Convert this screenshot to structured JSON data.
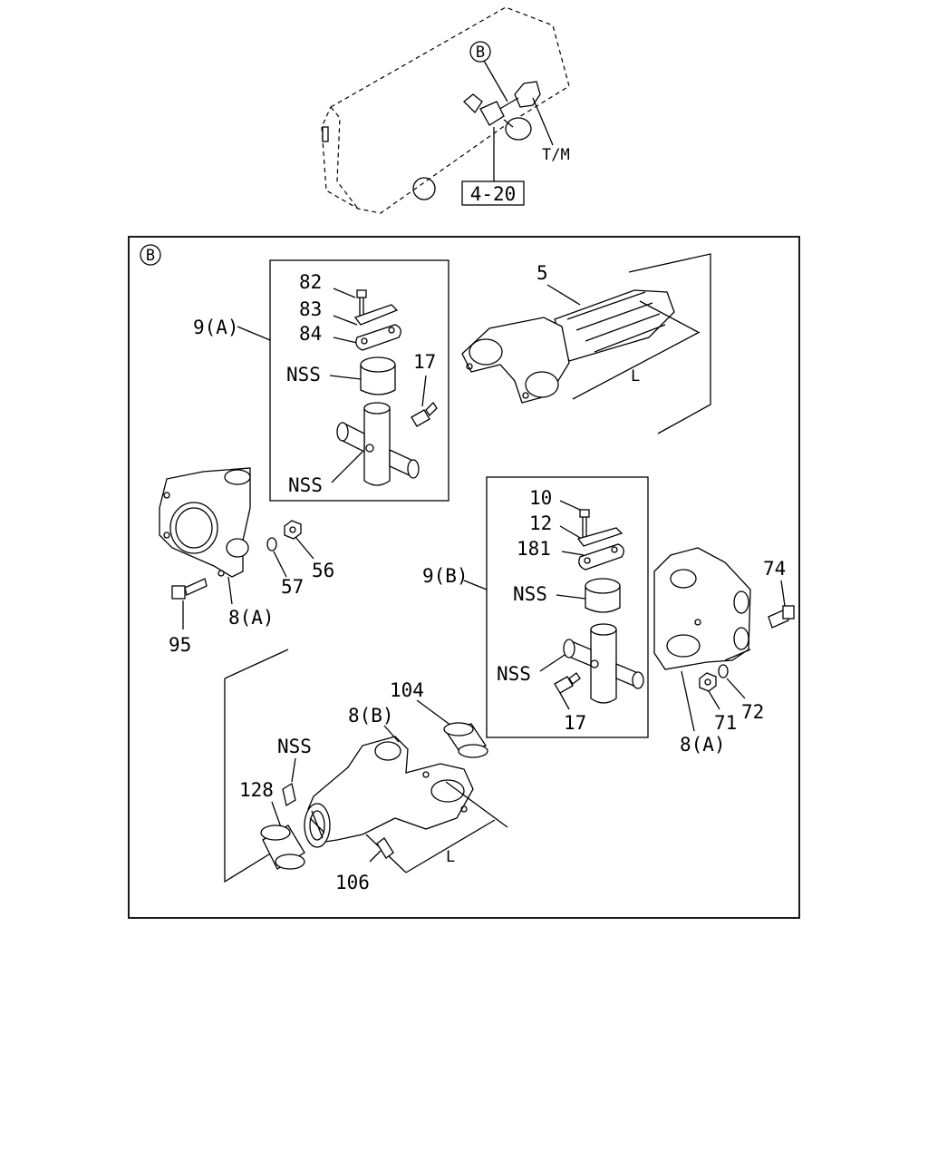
{
  "overview": {
    "circle_ref": "B",
    "tm_label": "T/M",
    "ref_box": "4-20"
  },
  "panel": {
    "circle_ref": "B"
  },
  "parts": {
    "p82": "82",
    "p83": "83",
    "p84": "84",
    "p9a": "9(A)",
    "nss_a_cap": "NSS",
    "p17_a": "17",
    "nss_a_cross": "NSS",
    "p5": "5",
    "l_top": "L",
    "p56": "56",
    "p57": "57",
    "p8a_left": "8(A)",
    "p95": "95",
    "p10": "10",
    "p12": "12",
    "p181": "181",
    "p9b": "9(B)",
    "nss_b_cap": "NSS",
    "nss_b_cross": "NSS",
    "p17_b": "17",
    "p74": "74",
    "p71": "71",
    "p72": "72",
    "p8a_right": "8(A)",
    "p104": "104",
    "p8b": "8(B)",
    "nss_bottom": "NSS",
    "p128": "128",
    "p106": "106",
    "l_bottom": "L"
  }
}
